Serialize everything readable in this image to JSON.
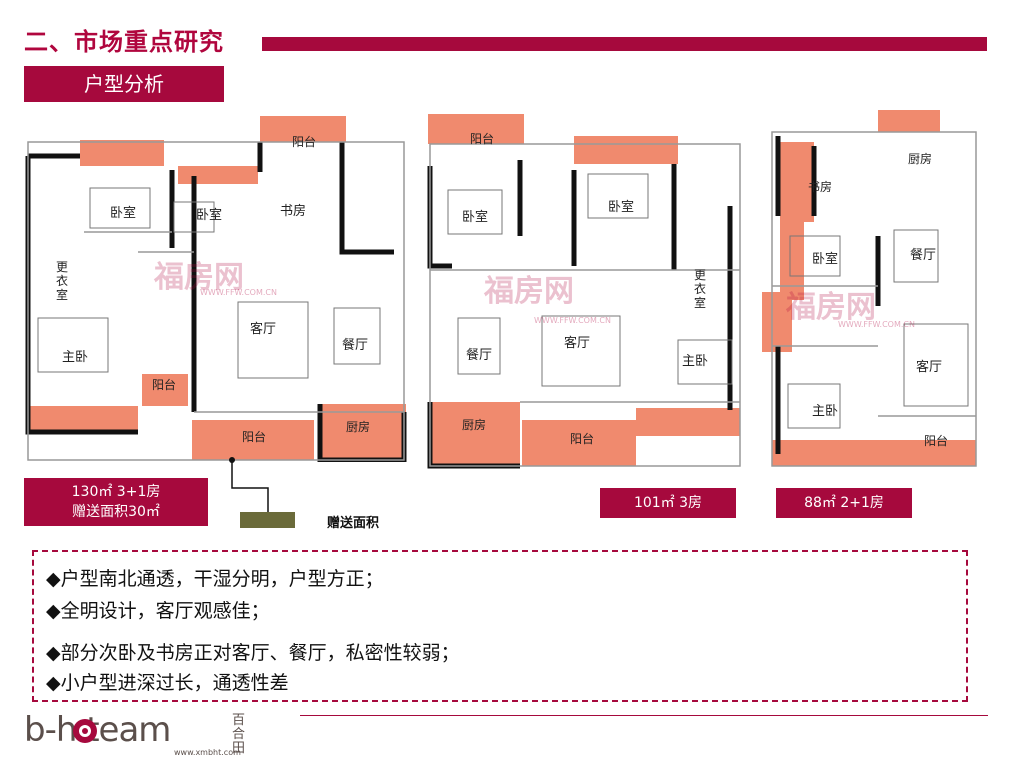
{
  "header": {
    "title": "二、市场重点研究",
    "subtitle": "户型分析"
  },
  "plans": [
    {
      "rooms": [
        "阳台",
        "卧室",
        "卧室",
        "书房",
        "更衣室",
        "客厅",
        "餐厅",
        "主卧",
        "阳台",
        "阳台",
        "厨房"
      ],
      "label_line1": "130㎡ 3+1房",
      "label_line2": "赠送面积30㎡"
    },
    {
      "rooms": [
        "阳台",
        "卧室",
        "卧室",
        "更衣室",
        "餐厅",
        "客厅",
        "主卧",
        "厨房",
        "阳台"
      ],
      "label": "101㎡ 3房"
    },
    {
      "rooms": [
        "厨房",
        "书房",
        "卧室",
        "餐厅",
        "客厅",
        "主卧",
        "阳台"
      ],
      "label": "88㎡ 2+1房"
    }
  ],
  "legend": {
    "label": "赠送面积"
  },
  "watermark": {
    "text": "福房网",
    "url": "WWW.FFW.COM.CN"
  },
  "notes": [
    "◆户型南北通透，干湿分明，户型方正；",
    "◆全明设计，客厅观感佳；",
    "◆部分次卧及书房正对客厅、餐厅，私密性较弱；",
    "◆小户型进深过长，通透性差"
  ],
  "footer": {
    "logo_text": "b-h  team",
    "logo_url": "www.xmbht.com",
    "logo_cn": "百合田"
  },
  "colors": {
    "accent": "#a6093d",
    "bonus": "#f08a6e",
    "wall": "#111111"
  }
}
